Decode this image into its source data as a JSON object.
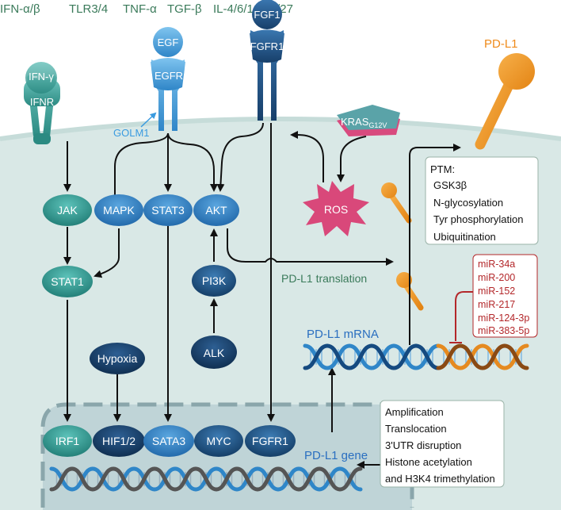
{
  "ligands": {
    "ifn_ab": "IFN-α/β",
    "tlr": "TLR3/4",
    "tnf": "TNF-α",
    "tgf": "TGF-β",
    "il": "IL-4/6/10/17/27"
  },
  "receptors": {
    "ifng": "IFN-γ",
    "ifnr": "IFNR",
    "egf": "EGF",
    "egfr": "EGFR",
    "fgf1": "FGF1",
    "fgfr1": "FGFR1",
    "golm1": "GOLM1",
    "kras_base": "KRAS",
    "kras_sub": "G12V"
  },
  "pdl1_label": "PD-L1",
  "nodes": {
    "jak": "JAK",
    "mapk": "MAPK",
    "stat3": "STAT3",
    "akt": "AKT",
    "ros": "ROS",
    "stat1": "STAT1",
    "pi3k": "PI3K",
    "alk": "ALK",
    "hypoxia": "Hypoxia"
  },
  "ptm": {
    "title": "PTM:",
    "items": [
      "GSK3β",
      "N-glycosylation",
      "Tyr phosphorylation",
      "Ubiquitination"
    ]
  },
  "translation_label": "PD-L1 translation",
  "mrna_label": "PD-L1 mRNA",
  "mirnas": [
    "miR-34a",
    "miR-200",
    "miR-152",
    "miR-217",
    "miR-124-3p",
    "miR-383-5p"
  ],
  "tf_nodes": [
    "IRF1",
    "HIF1/2",
    "SATA3",
    "MYC",
    "FGFR1"
  ],
  "gene_label": "PD-L1 gene",
  "gene_mods": [
    "Amplification",
    "Translocation",
    "3'UTR disruption",
    "Histone acetylation",
    "and H3K4 trimethylation"
  ],
  "colors": {
    "teal": "#2e8b84",
    "blue_receptor": "#3a8fd0",
    "dark_blue": "#1b4f80",
    "orange": "#ef9a2a",
    "red_text": "#b3272a",
    "ros": "#d9487a",
    "green_text": "#3a7a5a",
    "mrna_text": "#2a6fc0"
  }
}
